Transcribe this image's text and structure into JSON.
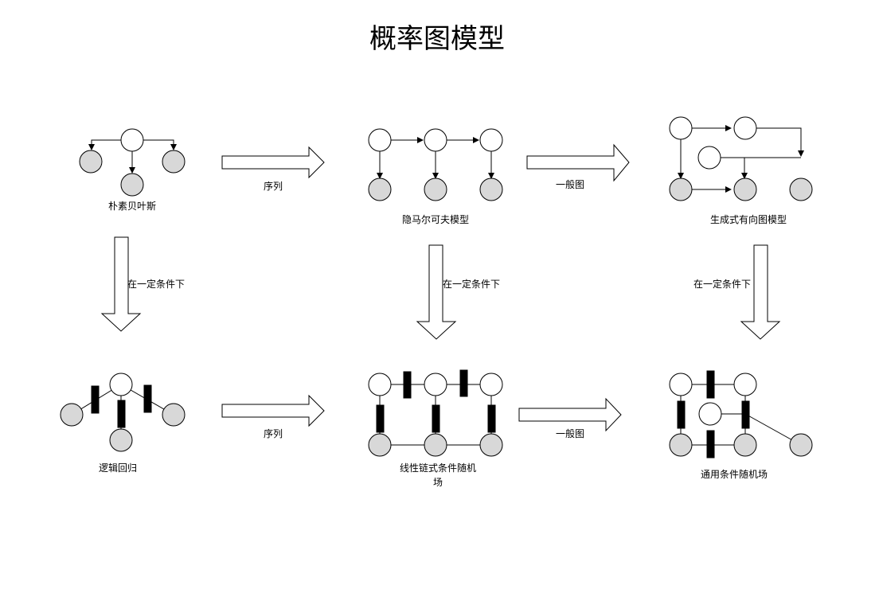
{
  "title": "概率图模型",
  "models": {
    "naive_bayes": "朴素贝叶斯",
    "hmm": "隐马尔可夫模型",
    "generative_directed": "生成式有向图模型",
    "logistic_regression": "逻辑回归",
    "linear_chain_crf_line1": "线性链式条件随机",
    "linear_chain_crf_line2": "场",
    "general_crf": "通用条件随机场"
  },
  "transitions": {
    "sequence": "序列",
    "general_graph": "一般图",
    "conditional": "在一定条件下"
  }
}
